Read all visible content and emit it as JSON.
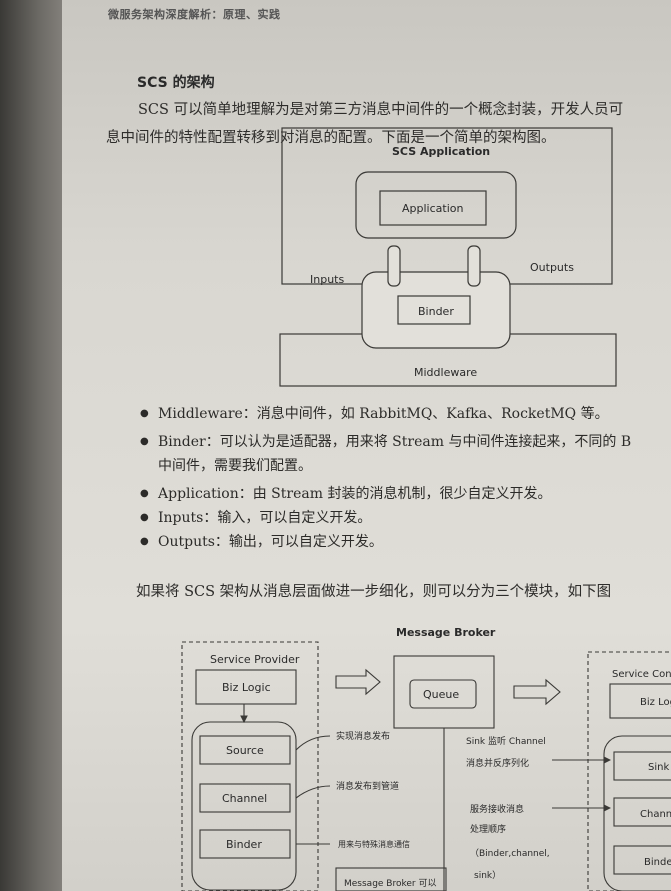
{
  "running_head": "微服务架构深度解析：原理、实践",
  "section_title": "SCS 的架构",
  "paragraph_1": "SCS 可以简单地理解为是对第三方消息中间件的一个概念封装，开发人员可",
  "paragraph_2": "息中间件的特性配置转移到对消息的配置。下面是一个简单的架构图。",
  "diagram1": {
    "scs_application": "SCS Application",
    "application": "Application",
    "inputs": "Inputs",
    "outputs": "Outputs",
    "binder": "Binder",
    "middleware": "Middleware"
  },
  "bullets": [
    {
      "text": "Middleware：消息中间件，如 RabbitMQ、Kafka、RocketMQ 等。"
    },
    {
      "text": "Binder：可以认为是适配器，用来将 Stream 与中间件连接起来，不同的 B",
      "cont": "中间件，需要我们配置。"
    },
    {
      "text": "Application：由 Stream 封装的消息机制，很少自定义开发。"
    },
    {
      "text": "Inputs：输入，可以自定义开发。"
    },
    {
      "text": "Outputs：输出，可以自定义开发。"
    }
  ],
  "paragraph_3": "如果将 SCS 架构从消息层面做进一步细化，则可以分为三个模块，如下图",
  "diagram2": {
    "message_broker_title": "Message Broker",
    "service_provider": "Service Provider",
    "biz_logic": "Biz Logic",
    "queue": "Queue",
    "source": "Source",
    "channel": "Channel",
    "binder": "Binder",
    "label_publish": "实现消息发布",
    "label_pipe": "消息发布到管道",
    "label_special": "用来与特殊消息通信",
    "sink_listen_1": "Sink 监听 Channel",
    "sink_listen_2": "消息并反序列化",
    "service_recv_1": "服务接收消息",
    "service_recv_2": "处理顺序",
    "service_recv_3": "（Binder,channel,",
    "service_recv_4": "sink）",
    "broker_bottom": "Message Broker 可以",
    "service_consumer": "Service Con",
    "biz_logic_right": "Biz Log",
    "sink_right": "Sink",
    "channel_right": "Chann",
    "binder_right": "Binde"
  }
}
